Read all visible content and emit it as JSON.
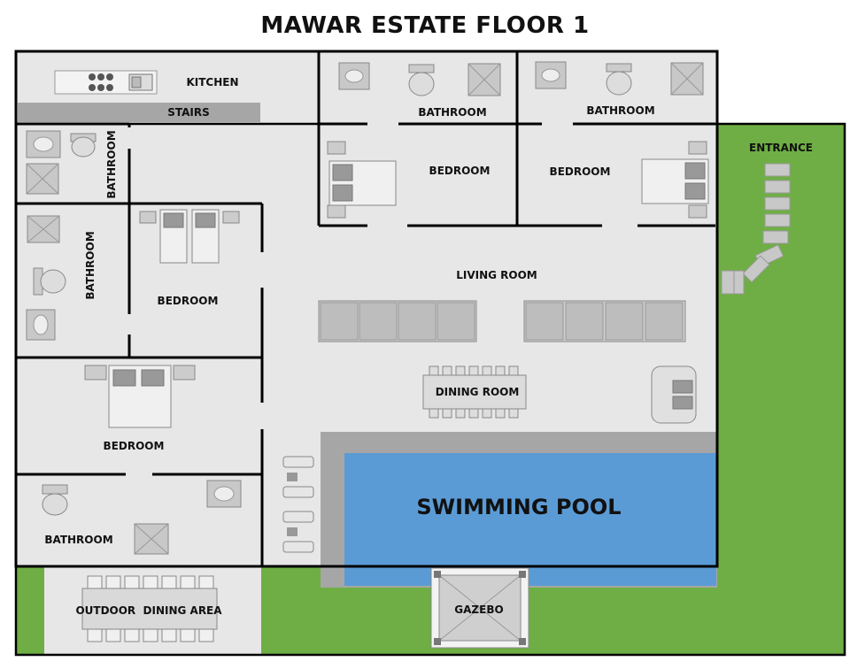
{
  "title": "MAWAR ESTATE FLOOR 1",
  "colors": {
    "grass": "#6fae45",
    "floor": "#e7e7e7",
    "wall": "#000000",
    "pool": "#5b9bd5",
    "pool_edge": "#a6a6a6",
    "stairs": "#a6a6a6",
    "fixture": "#c8c8c8"
  },
  "rooms": {
    "kitchen": "KITCHEN",
    "stairs": "STAIRS",
    "bathroom_top_1": "BATHROOM",
    "bathroom_top_2": "BATHROOM",
    "bedroom_top_1": "BEDROOM",
    "bedroom_top_2": "BEDROOM",
    "entrance": "ENTRANCE",
    "bathroom_left_1": "BATHROOM",
    "bathroom_left_2": "BATHROOM",
    "bedroom_left_1": "BEDROOM",
    "living_room": "LIVING ROOM",
    "bedroom_left_2": "BEDROOM",
    "dining_room": "DINING ROOM",
    "bathroom_bottom": "BATHROOM",
    "swimming_pool": "SWIMMING POOL",
    "outdoor_dining": "OUTDOOR  DINING AREA",
    "gazebo": "GAZEBO"
  }
}
